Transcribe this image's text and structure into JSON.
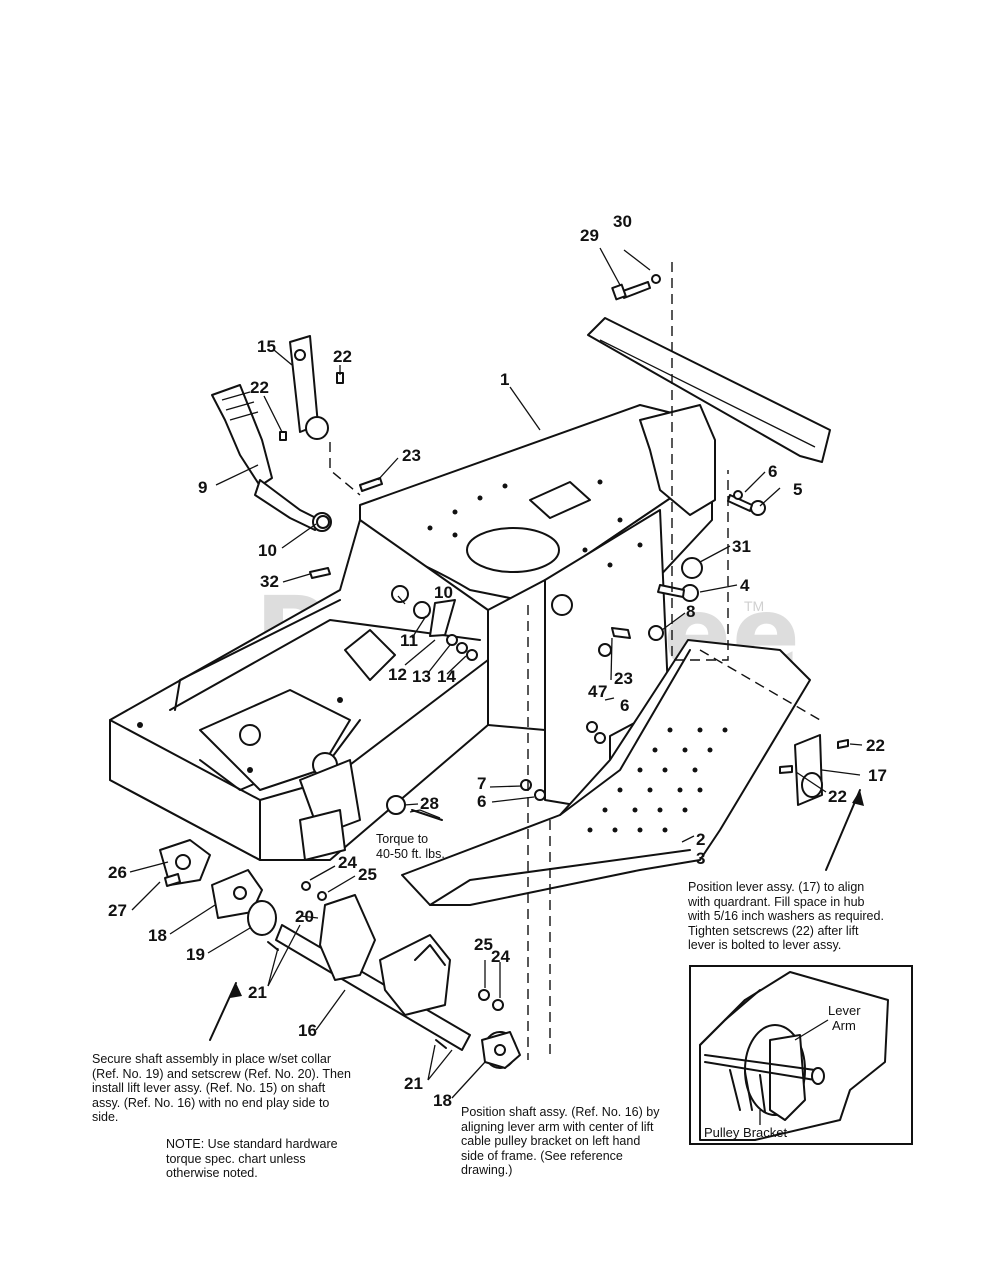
{
  "callouts": {
    "c1": "1",
    "c2": "2",
    "c3": "3",
    "c4a": "4",
    "c4b": "4",
    "c5": "5",
    "c6a": "6",
    "c6b": "6",
    "c6c": "6",
    "c7a": "7",
    "c7b": "7",
    "c8": "8",
    "c9": "9",
    "c10a": "10",
    "c10b": "10",
    "c11": "11",
    "c12": "12",
    "c13": "13",
    "c14": "14",
    "c15": "15",
    "c16": "16",
    "c17": "17",
    "c18a": "18",
    "c18b": "18",
    "c19": "19",
    "c20": "20",
    "c21a": "21",
    "c21b": "21",
    "c22a": "22",
    "c22b": "22",
    "c22c": "22",
    "c22d": "22",
    "c23a": "23",
    "c23b": "23",
    "c24a": "24",
    "c24b": "24",
    "c25a": "25",
    "c25b": "25",
    "c26": "26",
    "c27": "27",
    "c28": "28",
    "c29": "29",
    "c30": "30",
    "c31": "31",
    "c32": "32"
  },
  "notes": {
    "torque": "Torque to\n40-50 ft. lbs.",
    "lever_position": "Position lever assy. (17) to align\nwith quardrant. Fill space in hub\nwith 5/16 inch washers as required.\nTighten setscrews (22) after lift\nlever is bolted to lever assy.",
    "secure_shaft": "Secure shaft assembly in place w/set collar\n(Ref. No. 19) and setscrew (Ref. No. 20). Then\ninstall lift lever assy. (Ref. No. 15) on shaft\nassy. (Ref. No. 16) with no end play side to\nside.",
    "note_hardware": "NOTE: Use standard hardware\ntorque spec. chart unless\notherwise noted.",
    "position_shaft": "Position shaft assy. (Ref. No. 16) by\naligning lever arm with center of lift\ncable pulley bracket on left hand\nside of frame. (See reference\ndrawing.)"
  },
  "inset": {
    "lever_arm": "Lever\nArm",
    "pulley_bracket": "Pulley Bracket"
  },
  "watermark": {
    "text": "PartsTree",
    "mark": "TM"
  }
}
